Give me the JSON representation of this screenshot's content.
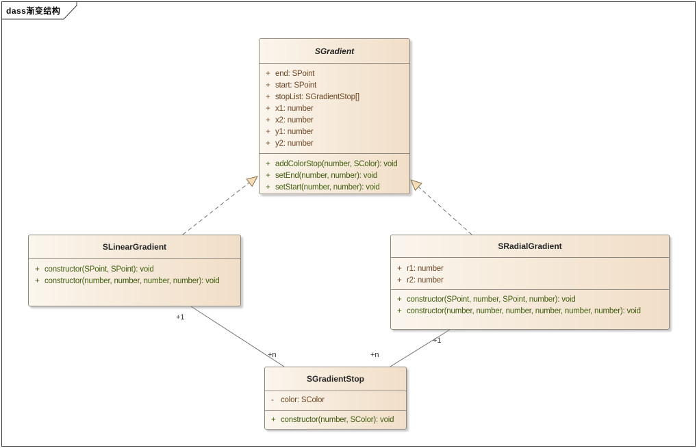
{
  "frame": {
    "label": "dass渐变结构"
  },
  "classes": [
    {
      "name": "SGradient",
      "abstract": true,
      "attributes": [
        {
          "vis": "+",
          "sig": "end: SPoint"
        },
        {
          "vis": "+",
          "sig": "start: SPoint"
        },
        {
          "vis": "+",
          "sig": "stopList: SGradientStop[]"
        },
        {
          "vis": "+",
          "sig": "x1: number"
        },
        {
          "vis": "+",
          "sig": "x2: number"
        },
        {
          "vis": "+",
          "sig": "y1: number"
        },
        {
          "vis": "+",
          "sig": "y2: number"
        }
      ],
      "operations": [
        {
          "vis": "+",
          "sig": "addColorStop(number, SColor): void"
        },
        {
          "vis": "+",
          "sig": "setEnd(number, number): void"
        },
        {
          "vis": "+",
          "sig": "setStart(number, number): void"
        }
      ]
    },
    {
      "name": "SLinearGradient",
      "abstract": false,
      "attributes": [],
      "operations": [
        {
          "vis": "+",
          "sig": "constructor(SPoint, SPoint): void"
        },
        {
          "vis": "+",
          "sig": "constructor(number, number, number, number): void"
        }
      ]
    },
    {
      "name": "SRadialGradient",
      "abstract": false,
      "attributes": [
        {
          "vis": "+",
          "sig": "r1: number"
        },
        {
          "vis": "+",
          "sig": "r2: number"
        }
      ],
      "operations": [
        {
          "vis": "+",
          "sig": "constructor(SPoint, number, SPoint, number): void"
        },
        {
          "vis": "+",
          "sig": "constructor(number, number, number, number, number, number): void"
        }
      ]
    },
    {
      "name": "SGradientStop",
      "abstract": false,
      "attributes": [
        {
          "vis": "-",
          "sig": "color: SColor"
        }
      ],
      "operations": [
        {
          "vis": "+",
          "sig": "constructor(number, SColor): void"
        }
      ]
    }
  ],
  "connectors": {
    "generalizations": [
      {
        "from": "SLinearGradient",
        "to": "SGradient",
        "style": "dashed"
      },
      {
        "from": "SRadialGradient",
        "to": "SGradient",
        "style": "dashed"
      }
    ],
    "associations": [
      {
        "from": "SLinearGradient",
        "to": "SGradientStop",
        "source_label": "+1",
        "target_label": "+n"
      },
      {
        "from": "SRadialGradient",
        "to": "SGradientStop",
        "source_label": "+1",
        "target_label": "+n"
      }
    ]
  },
  "colors": {
    "box_fill_light": "#fbf6ee",
    "box_fill_dark": "#f1dec8",
    "box_border": "#8d887b",
    "attribute_text": "#6d4626",
    "operation_text": "#3f5c0d",
    "title_text": "#262626",
    "connector_line": "#6e6e6e",
    "arrow_fill": "#f2ddb8",
    "arrow_border": "#8a6d45",
    "frame_border": "#3a3a3a"
  }
}
